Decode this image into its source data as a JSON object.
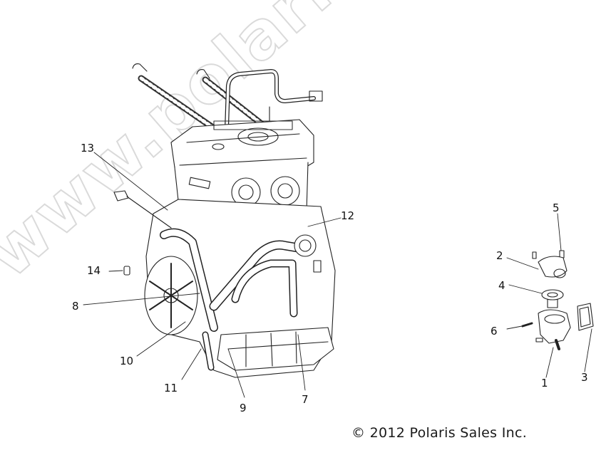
{
  "diagram": {
    "type": "exploded parts diagram",
    "subject": "Engine assembly with thermostat housing",
    "watermark": "www.polaris-ersatzteile.de",
    "copyright": "© 2012 Polaris Sales Inc.",
    "callouts": [
      {
        "id": "1",
        "label": "1"
      },
      {
        "id": "2",
        "label": "2"
      },
      {
        "id": "3",
        "label": "3"
      },
      {
        "id": "4",
        "label": "4"
      },
      {
        "id": "5",
        "label": "5"
      },
      {
        "id": "6",
        "label": "6"
      },
      {
        "id": "7",
        "label": "7"
      },
      {
        "id": "8",
        "label": "8"
      },
      {
        "id": "9",
        "label": "9"
      },
      {
        "id": "10",
        "label": "10"
      },
      {
        "id": "11",
        "label": "11"
      },
      {
        "id": "12",
        "label": "12"
      },
      {
        "id": "13",
        "label": "13"
      },
      {
        "id": "14",
        "label": "14"
      }
    ],
    "components": {
      "engine": "Engine assembly",
      "thermostat_group": "Thermostat housing exploded view"
    }
  }
}
